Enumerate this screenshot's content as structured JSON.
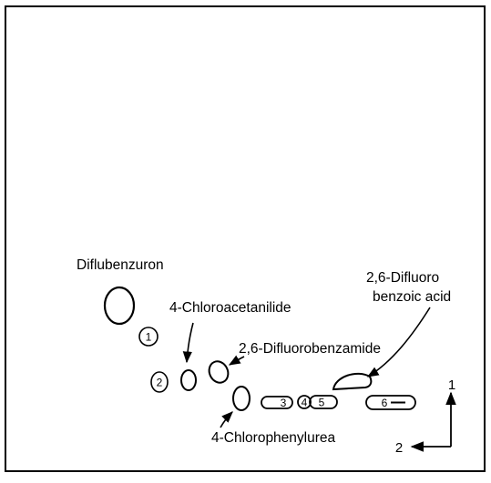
{
  "labels": {
    "diflubenzuron": "Diflubenzuron",
    "chloroacetanilide": "4-Chloroacetanilide",
    "difluorobenzamide": "2,6-Difluorobenzamide",
    "chlorophenylurea": "4-Chlorophenylurea",
    "difluorobenzoic_line1": "2,6-Difluoro",
    "difluorobenzoic_line2": "benzoic acid"
  },
  "spot_numbers": [
    "1",
    "2",
    "3",
    "4",
    "5",
    "6"
  ],
  "axes": {
    "dimension_1": "1",
    "dimension_2": "2"
  }
}
